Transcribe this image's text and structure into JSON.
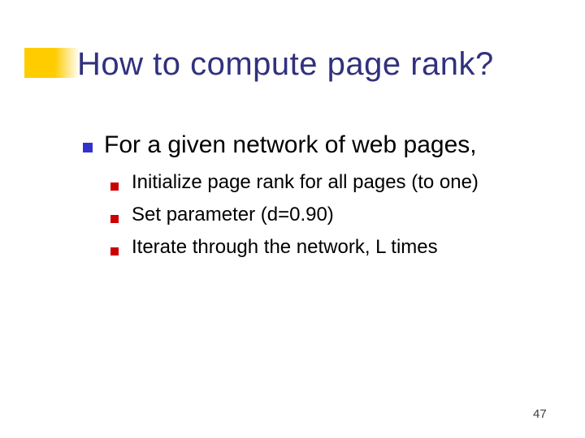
{
  "slide": {
    "title": "How to compute page rank?",
    "bullets": [
      {
        "level": 1,
        "text": "For a given network of web pages,",
        "children": [
          "Initialize page rank for all pages (to one)",
          "Set parameter (d=0.90)",
          "Iterate through the network, L times"
        ]
      }
    ],
    "page_number": "47",
    "icons": {
      "level1_bullet": "blue-square-bullet-icon",
      "level2_bullet": "red-square-bullet-icon",
      "title_accent": "yellow-gradient-square"
    },
    "colors": {
      "background": "#ffffff",
      "title_text": "#31317d",
      "body_text": "#000000",
      "accent_yellow": "#ffcc00",
      "bullet_blue": "#3333cc",
      "bullet_red": "#cc0000",
      "page_number": "#3f3f3f"
    }
  }
}
